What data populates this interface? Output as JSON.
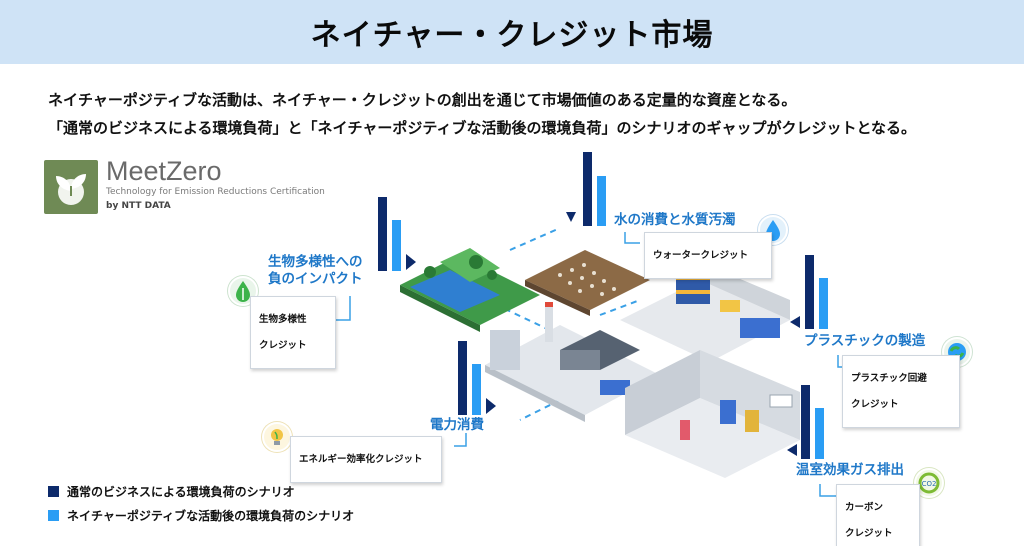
{
  "title": "ネイチャー・クレジット市場",
  "intro": {
    "line1": "ネイチャーポジティブな活動は、ネイチャー・クレジットの創出を通じて市場価値のある定量的な資産となる。",
    "line2": "「通常のビジネスによる環境負荷」と「ネイチャーポジティブな活動後の環境負荷」のシナリオのギャップがクレジットとなる。"
  },
  "logo": {
    "name": "MeetZero",
    "tagline": "Technology for Emission Reductions Certification",
    "by": "by NTT DATA"
  },
  "items": [
    {
      "label_line1": "生物多様性への",
      "label_line2": "負のインパクト",
      "credit_line1": "生物多様性",
      "credit_line2": "クレジット",
      "icon": "leaf-drop-icon"
    },
    {
      "label_line1": "水の消費と水質汚濁",
      "credit_line1": "ウォータークレジット",
      "icon": "water-drop-icon"
    },
    {
      "label_line1": "プラスチックの製造",
      "credit_line1": "プラスチック回避",
      "credit_line2": "クレジット",
      "icon": "recycle-globe-icon"
    },
    {
      "label_line1": "電力消費",
      "credit_line1": "エネルギー効率化クレジット",
      "icon": "lightbulb-icon"
    },
    {
      "label_line1": "温室効果ガス排出",
      "credit_line1": "カーボン",
      "credit_line2": "クレジット",
      "icon": "co2-icon"
    }
  ],
  "legend": [
    {
      "label": "通常のビジネスによる環境負荷のシナリオ",
      "color": "#0d2a6b"
    },
    {
      "label": "ネイチャーポジティブな活動後の環境負荷のシナリオ",
      "color": "#2a9df4"
    }
  ],
  "colors": {
    "business_as_usual": "#0d2a6b",
    "nature_positive": "#2a9df4",
    "accent_text": "#1f78c8",
    "header_bg": "#cfe3f6"
  }
}
